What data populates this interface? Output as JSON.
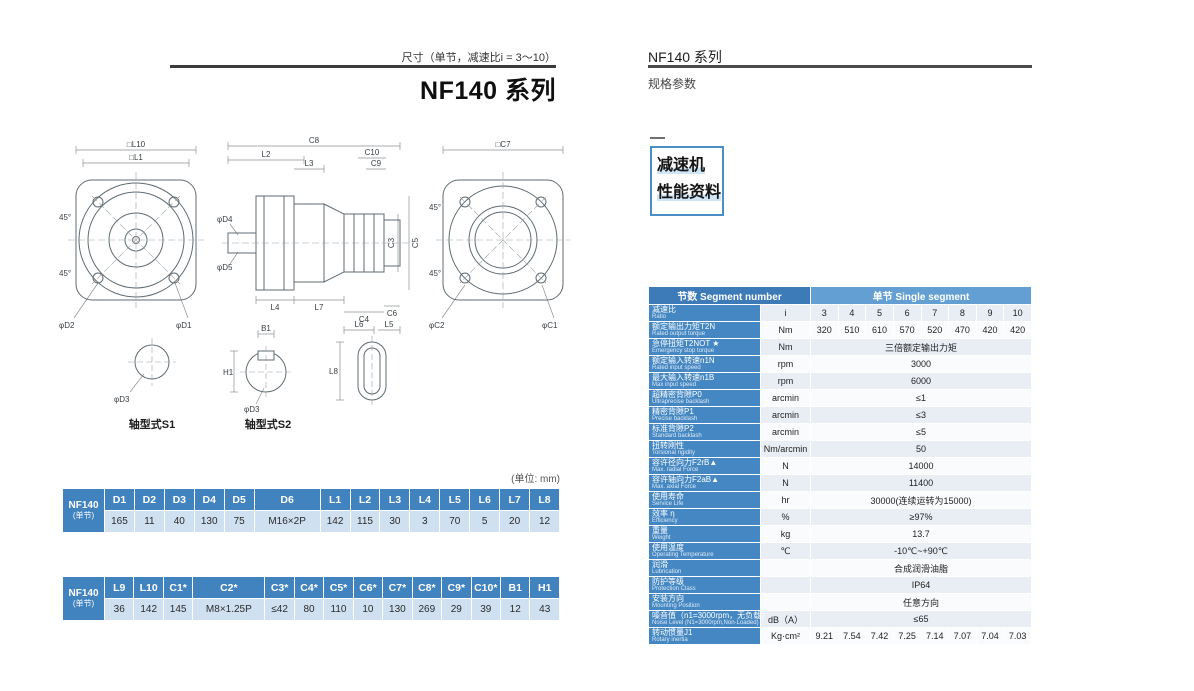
{
  "page": {
    "accent_blue": "#4183bf",
    "light_blue": "#cfe0f1",
    "header_blue_light": "#639fd3"
  },
  "left": {
    "dims_note": "尺寸（单节，减速比i = 3～10）",
    "title": "NF140 系列",
    "unit_note": "(单位: mm)",
    "shaft_caption_s1": "轴型式S1",
    "shaft_caption_s2": "轴型式S2",
    "drawings": {
      "front": {
        "dims": [
          "□L10",
          "□L1",
          "45°",
          "45°",
          "φD2",
          "φD1"
        ]
      },
      "side": {
        "dims": [
          "C8",
          "L2",
          "L3",
          "C10",
          "C9",
          "φD4",
          "φD5",
          "C3",
          "C5",
          "L4",
          "L7",
          "C4",
          "C6"
        ]
      },
      "back": {
        "dims": [
          "□C7",
          "45°",
          "45°",
          "φC2",
          "φC1"
        ]
      },
      "s1": {
        "dims": [
          "φD3"
        ]
      },
      "s2": {
        "dims": [
          "B1",
          "H1",
          "φD3"
        ]
      },
      "key": {
        "dims": [
          "L6",
          "L5",
          "L8"
        ]
      }
    },
    "table1": {
      "name": "NF140",
      "sub": "(单节)",
      "columns": [
        "D1",
        "D2",
        "D3",
        "D4",
        "D5",
        "D6",
        "L1",
        "L2",
        "L3",
        "L4",
        "L5",
        "L6",
        "L7",
        "L8"
      ],
      "values": [
        "165",
        "11",
        "40",
        "130",
        "75",
        "M16×2P",
        "142",
        "115",
        "30",
        "3",
        "70",
        "5",
        "20",
        "12"
      ]
    },
    "table2": {
      "name": "NF140",
      "sub": "(单节)",
      "columns": [
        "L9",
        "L10",
        "C1*",
        "C2*",
        "C3*",
        "C4*",
        "C5*",
        "C6*",
        "C7*",
        "C8*",
        "C9*",
        "C10*",
        "B1",
        "H1"
      ],
      "values": [
        "36",
        "142",
        "145",
        "M8×1.25P",
        "≤42",
        "80",
        "110",
        "10",
        "130",
        "269",
        "29",
        "39",
        "12",
        "43"
      ]
    }
  },
  "right": {
    "title": "NF140 系列",
    "subtitle": "规格参数",
    "tag": {
      "line1": "减速机",
      "line2": "性能资料"
    },
    "spec_table": {
      "header_left": "节数 Segment number",
      "header_right": "单节 Single segment",
      "rows": [
        {
          "cn": "减速比",
          "en": "Ratio",
          "unit": "i",
          "values": [
            "3",
            "4",
            "5",
            "6",
            "7",
            "8",
            "9",
            "10"
          ]
        },
        {
          "cn": "额定输出力矩T2N",
          "en": "Rated output torque",
          "unit": "Nm",
          "values": [
            "320",
            "510",
            "610",
            "570",
            "520",
            "470",
            "420",
            "420"
          ]
        },
        {
          "cn": "急停扭矩T2NOT ★",
          "en": "Emergency stop torque",
          "unit": "Nm",
          "span": "三倍额定输出力矩"
        },
        {
          "cn": "额定输入转速n1N",
          "en": "Rated input speed",
          "unit": "rpm",
          "span": "3000"
        },
        {
          "cn": "最大输入转速n1B",
          "en": "Max input speed",
          "unit": "rpm",
          "span": "6000"
        },
        {
          "cn": "超精密背隙P0",
          "en": "Ultraprecise backlash",
          "unit": "arcmin",
          "span": "≤1"
        },
        {
          "cn": "精密背隙P1",
          "en": "Precise backlash",
          "unit": "arcmin",
          "span": "≤3"
        },
        {
          "cn": "标准背隙P2",
          "en": "Standard backlash",
          "unit": "arcmin",
          "span": "≤5"
        },
        {
          "cn": "扭转刚性",
          "en": "Torsional rigidity",
          "unit": "Nm/arcmin",
          "span": "50"
        },
        {
          "cn": "容许径向力F2rB▲",
          "en": "Max. radial Force",
          "unit": "N",
          "span": "14000"
        },
        {
          "cn": "容许轴向力F2aB▲",
          "en": "Max. axial Force",
          "unit": "N",
          "span": "11400"
        },
        {
          "cn": "使用寿命",
          "en": "Service Life",
          "unit": "hr",
          "span": "30000(连续运转为15000)"
        },
        {
          "cn": "效率 η",
          "en": "Efficiency",
          "unit": "%",
          "span": "≥97%"
        },
        {
          "cn": "重量",
          "en": "Weight",
          "unit": "kg",
          "span": "13.7"
        },
        {
          "cn": "使用温度",
          "en": "Operating Temperature",
          "unit": "℃",
          "span": "-10℃~+90℃"
        },
        {
          "cn": "润滑",
          "en": "Lubrication",
          "unit": "",
          "span": "合成润滑油脂"
        },
        {
          "cn": "防护等级",
          "en": "Protection Class",
          "unit": "",
          "span": "IP64"
        },
        {
          "cn": "安装方向",
          "en": "Mounting Position",
          "unit": "",
          "span": "任意方向"
        },
        {
          "cn": "噪音值（n1=3000rpm，无负载）",
          "en": "Noise Level (N1=3000rpm,Non-Loaded)",
          "unit": "dB（A）",
          "span": "≤65"
        },
        {
          "cn": "转动惯量J1",
          "en": "Rotary inertia",
          "unit": "Kg·cm²",
          "values": [
            "9.21",
            "7.54",
            "7.42",
            "7.25",
            "7.14",
            "7.07",
            "7.04",
            "7.03"
          ]
        }
      ]
    }
  }
}
